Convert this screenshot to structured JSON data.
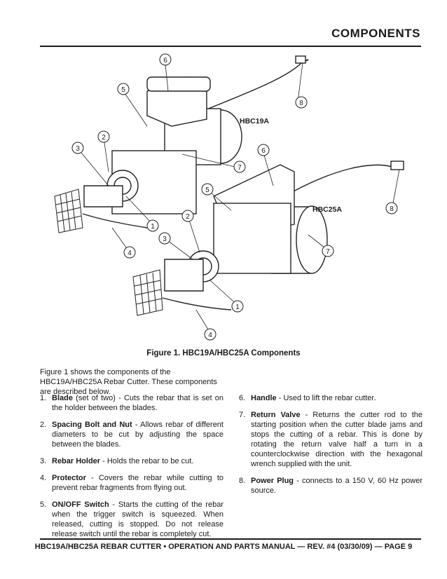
{
  "header": {
    "title": "COMPONENTS"
  },
  "figure": {
    "caption": "Figure 1. HBC19A/HBC25A Components",
    "model_labels": [
      "HBC19A",
      "HBC25A"
    ],
    "callouts_top": [
      "6",
      "5",
      "8",
      "2",
      "3",
      "6",
      "7",
      "5",
      "1",
      "2",
      "3",
      "4"
    ],
    "callouts_bottom": [
      "8",
      "7",
      "1",
      "4"
    ]
  },
  "intro": "Figure 1 shows the components of the HBC19A/HBC25A Rebar Cutter. These components are described below.",
  "components_left": [
    {
      "num": "1.",
      "name": "Blade",
      "desc": " (set of two) - Cuts the rebar that is set on the holder between the blades."
    },
    {
      "num": "2.",
      "name": "Spacing Bolt and Nut",
      "desc": " - Allows rebar of different diameters to be cut by adjusting the space between the blades."
    },
    {
      "num": "3.",
      "name": "Rebar Holder",
      "desc": " - Holds the rebar to be cut."
    },
    {
      "num": "4.",
      "name": "Protector",
      "desc": " - Covers the rebar while cutting to prevent rebar fragments from flying out."
    },
    {
      "num": "5.",
      "name": "ON/OFF Switch",
      "desc": " - Starts the cutting of the rebar when the trigger switch is squeezed. When released, cutting is stopped. Do not release release switch until the rebar is completely cut."
    }
  ],
  "components_right": [
    {
      "num": "6.",
      "name": "Handle",
      "desc": " - Used to lift the rebar cutter."
    },
    {
      "num": "7.",
      "name": "Return Valve",
      "desc": " - Returns the cutter rod to the starting position when the cutter blade jams and stops the cutting of a rebar. This is done by rotating the return valve half a turn in a counterclockwise direction with the hexagonal wrench supplied with the unit."
    },
    {
      "num": "8.",
      "name": "Power Plug",
      "desc": " - connects to a 150 V, 60 Hz power source."
    }
  ],
  "footer": {
    "text": "HBC19A/HBC25A REBAR CUTTER • OPERATION AND PARTS MANUAL — REV. #4 (03/30/09) — PAGE 9"
  }
}
